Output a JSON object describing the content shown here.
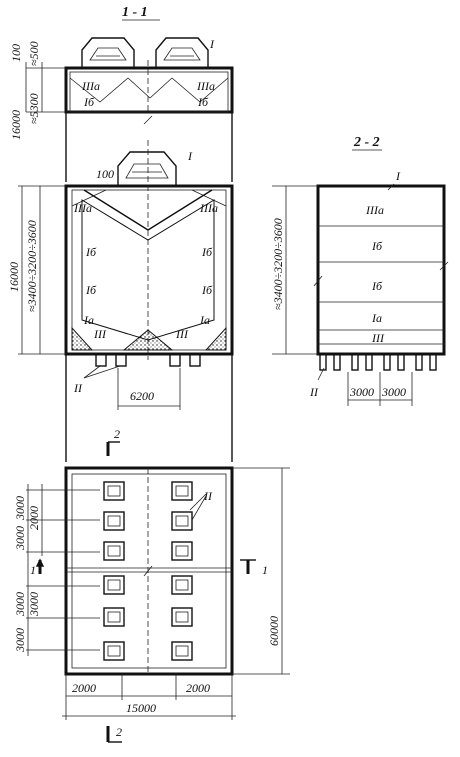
{
  "section_1": {
    "title": "1 - 1",
    "top_dims": [
      "100",
      "≈500",
      "16000",
      "≈5300"
    ],
    "mid_dims": [
      "100",
      "16000",
      "≈3400÷3200÷3600"
    ],
    "bottom_dim": "6200",
    "labels": [
      "I",
      "IIIa",
      "IIIa",
      "Iб",
      "Iб",
      "I",
      "IIIa",
      "IIIa",
      "Iб",
      "Iб",
      "Iб",
      "Iб",
      "Ia",
      "Ia",
      "III",
      "III",
      "II"
    ]
  },
  "section_2": {
    "title": "2 - 2",
    "height_dim": "≈3400÷3200÷3600",
    "layers": [
      "IIIa",
      "Iб",
      "Iб",
      "Ia",
      "III"
    ],
    "top_label": "I",
    "bottom_label": "II",
    "bottom_dims": [
      "3000",
      "3000"
    ]
  },
  "plan": {
    "left_dims": [
      "3000",
      "3000",
      "2000",
      "3000",
      "3000",
      "3000"
    ],
    "right_dim": "60000",
    "bottom_dims": [
      "2000",
      "2000"
    ],
    "total_width": "15000",
    "marker_label": "II",
    "section_marks": [
      "2",
      "1",
      "1",
      "2"
    ]
  }
}
